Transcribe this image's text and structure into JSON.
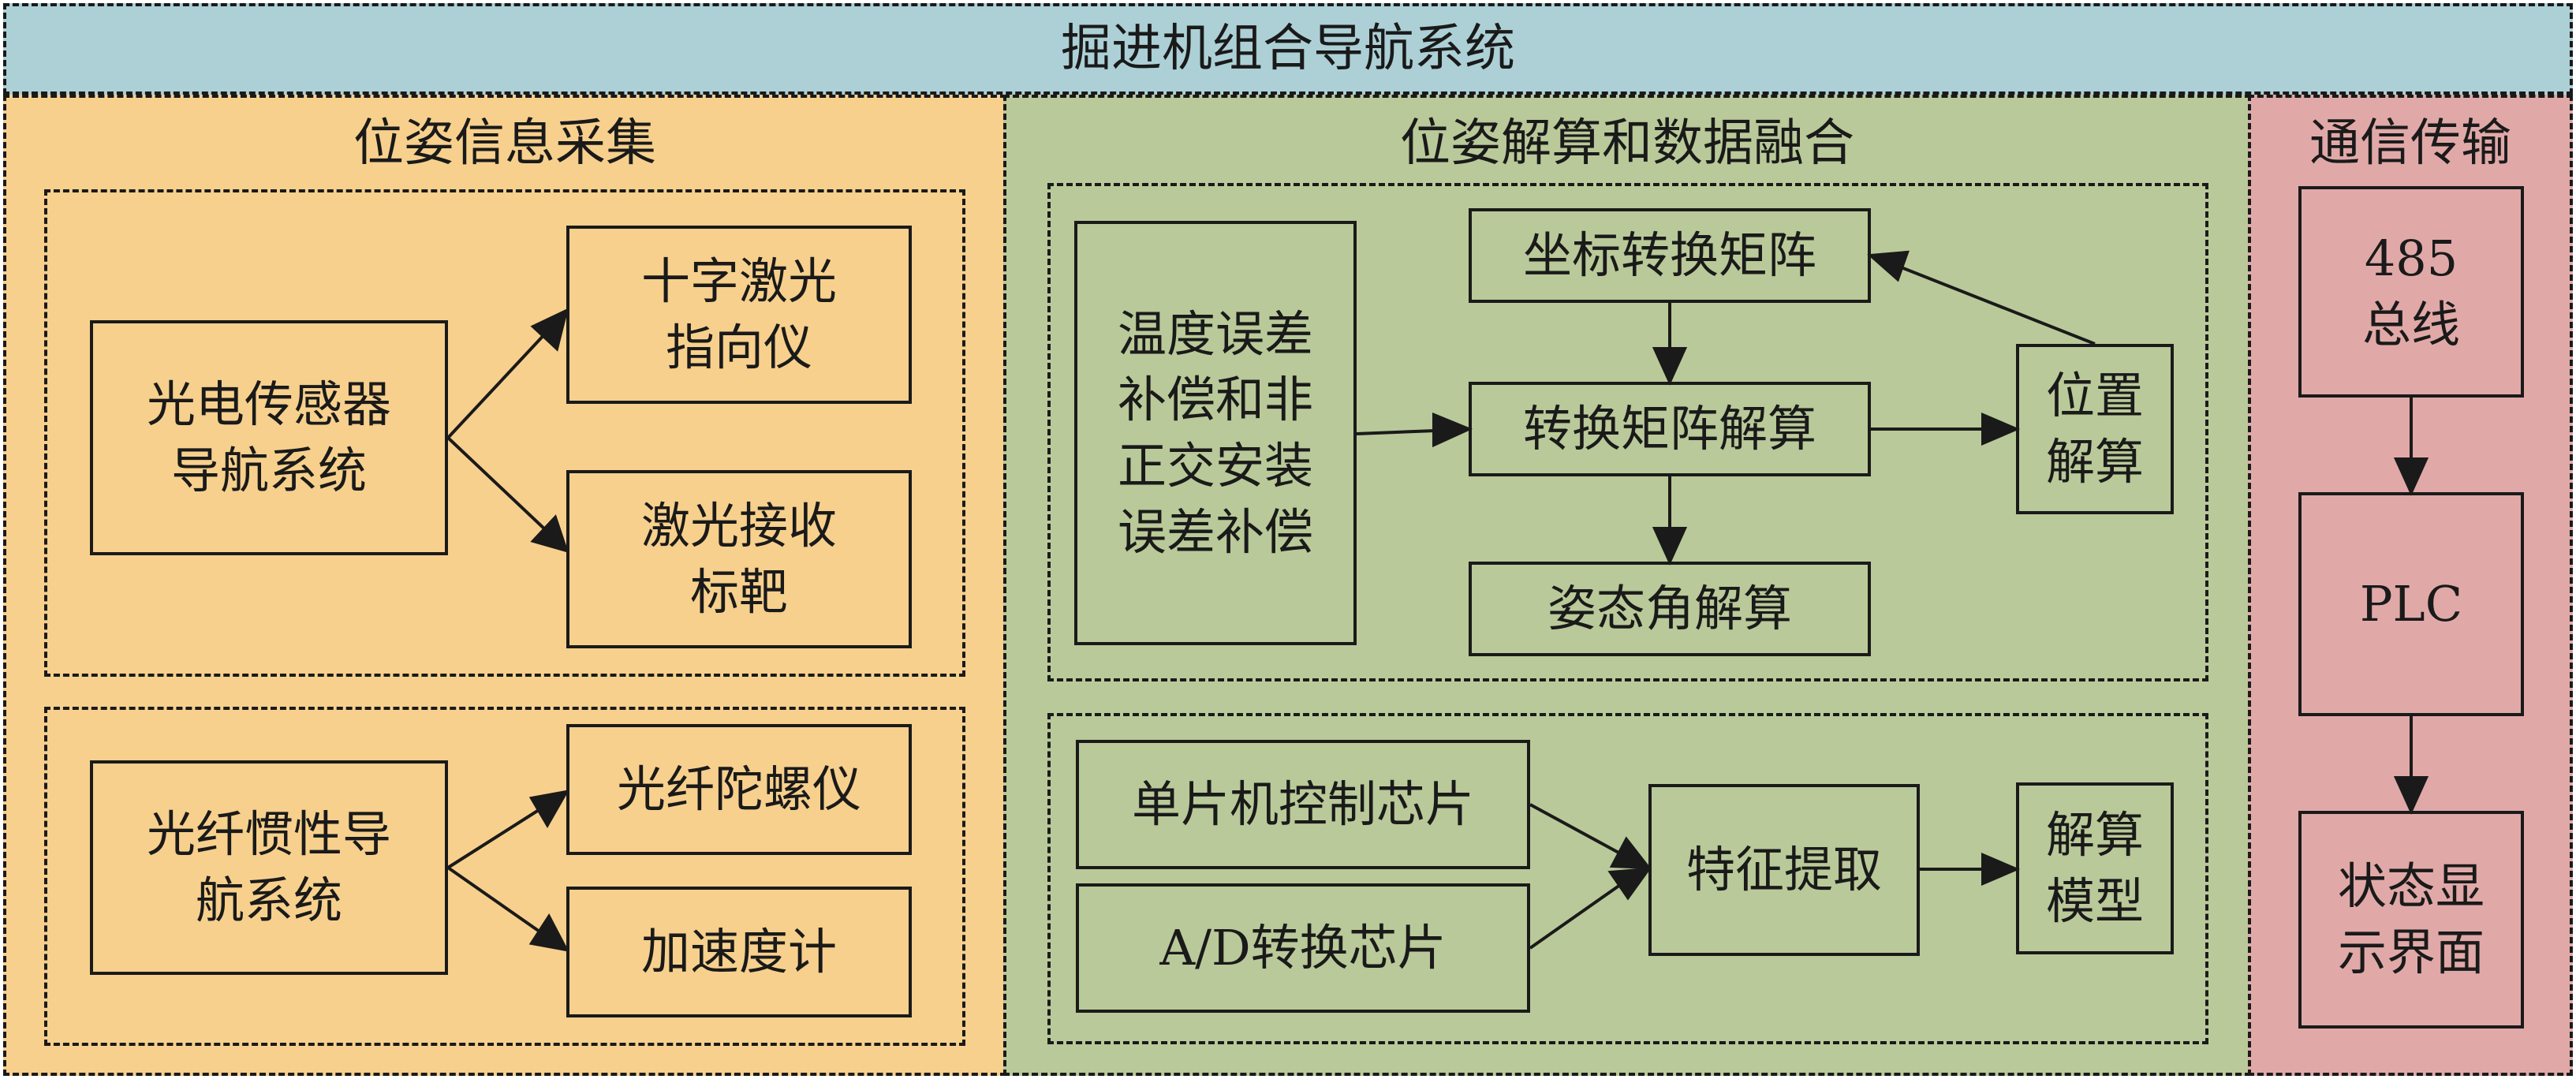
{
  "title": "掘进机组合导航系统",
  "colors": {
    "title_band": "#acd0d6",
    "left_panel": "#f7d08d",
    "middle_panel": "#b9c999",
    "right_panel": "#e0a9a8",
    "stroke": "#1a1a1a"
  },
  "left": {
    "title": "位姿信息采集",
    "photoelectric_nav": "光电传感器\n导航系统",
    "cross_laser": "十字激光\n指向仪",
    "laser_target": "激光接收\n标靶",
    "fiber_ins": "光纤惯性导\n航系统",
    "fiber_gyro": "光纤陀螺仪",
    "accelerometer": "加速度计"
  },
  "middle": {
    "title": "位姿解算和数据融合",
    "error_comp": "温度误差\n补偿和非\n正交安装\n误差补偿",
    "coord_matrix": "坐标转换矩阵",
    "matrix_solve": "转换矩阵解算",
    "position_solve": "位置\n解算",
    "attitude_solve": "姿态角解算",
    "mcu": "单片机控制芯片",
    "adc": "A/D转换芯片",
    "feature_extract": "特征提取",
    "solve_model": "解算\n模型"
  },
  "right": {
    "title": "通信传输",
    "bus": "485\n总线",
    "plc": "PLC",
    "status_ui": "状态显\n示界面"
  }
}
